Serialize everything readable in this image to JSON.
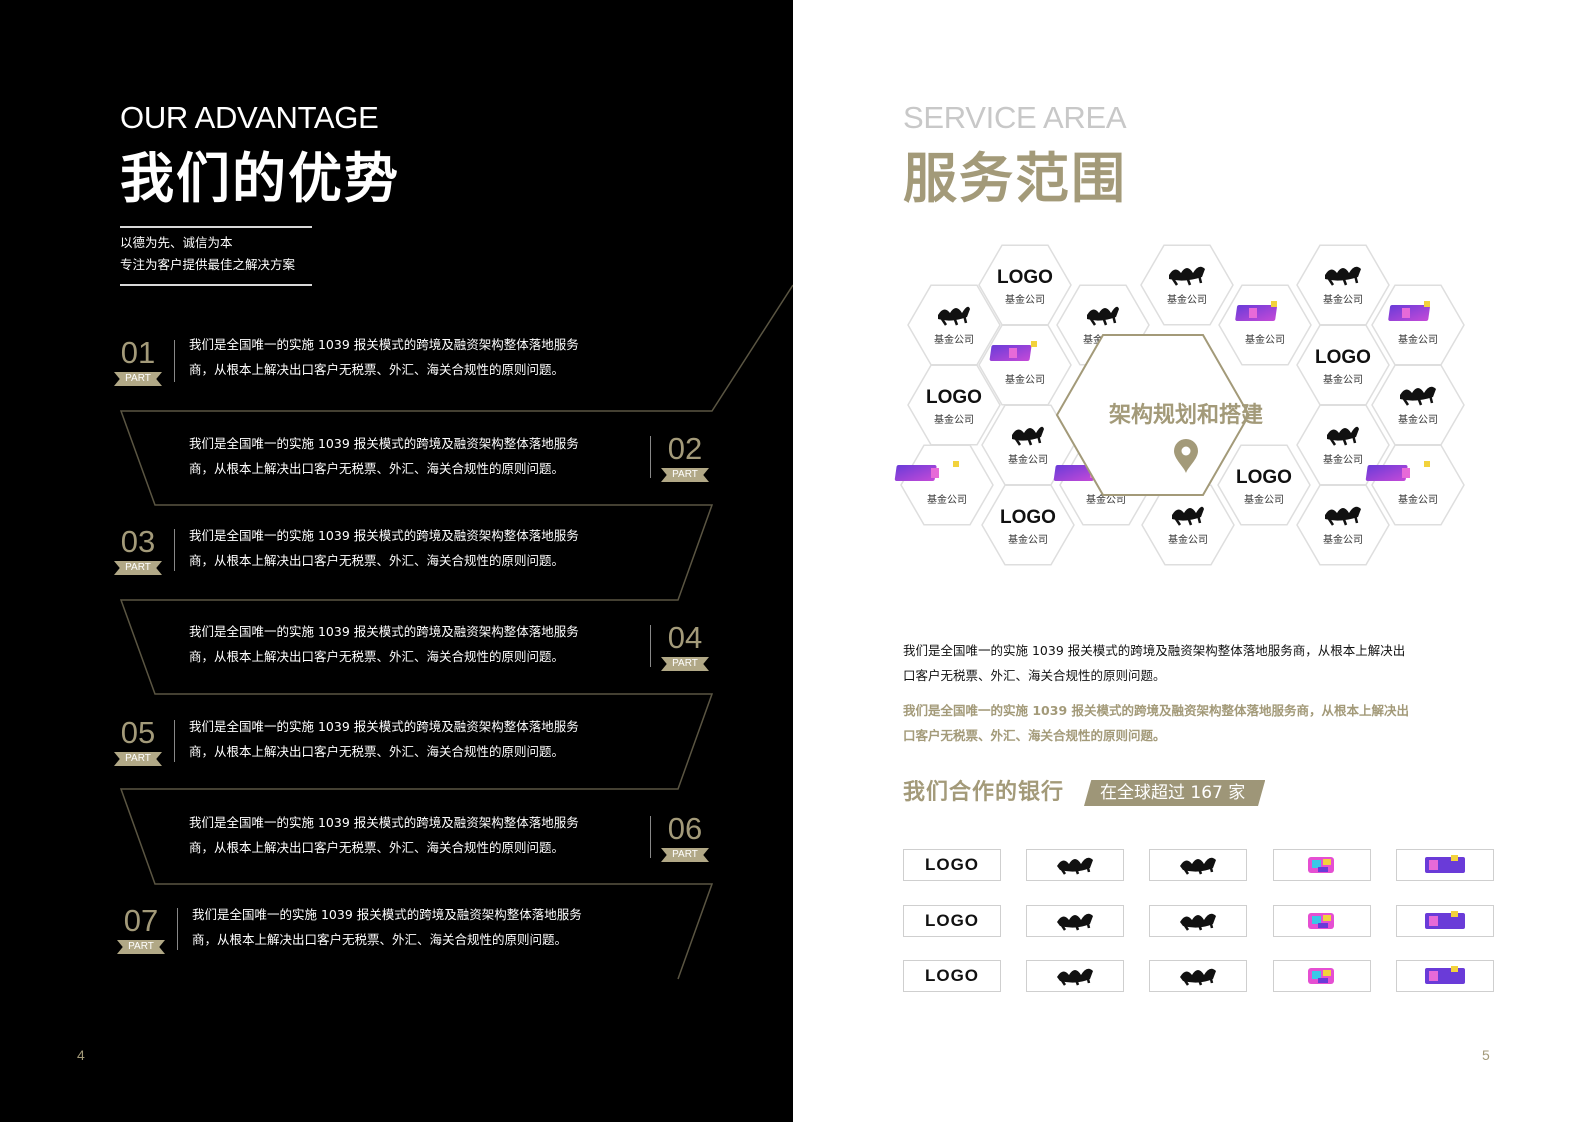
{
  "left_page": {
    "en_title": "OUR ADVANTAGE",
    "cn_title": "我们的优势",
    "lead_line1": "以德为先、诚信为本",
    "lead_line2": "专注为客户提供最佳之解决方案",
    "part_label": "PART",
    "items": [
      {
        "num": "01",
        "line1": "我们是全国唯一的实施 1039 报关模式的跨境及融资架构整体落地服务",
        "line2": "商，从根本上解决出口客户无税票、外汇、海关合规性的原则问题。"
      },
      {
        "num": "02",
        "line1": "我们是全国唯一的实施 1039 报关模式的跨境及融资架构整体落地服务",
        "line2": "商，从根本上解决出口客户无税票、外汇、海关合规性的原则问题。"
      },
      {
        "num": "03",
        "line1": "我们是全国唯一的实施 1039 报关模式的跨境及融资架构整体落地服务",
        "line2": "商，从根本上解决出口客户无税票、外汇、海关合规性的原则问题。"
      },
      {
        "num": "04",
        "line1": "我们是全国唯一的实施 1039 报关模式的跨境及融资架构整体落地服务",
        "line2": "商，从根本上解决出口客户无税票、外汇、海关合规性的原则问题。"
      },
      {
        "num": "05",
        "line1": "我们是全国唯一的实施 1039 报关模式的跨境及融资架构整体落地服务",
        "line2": "商，从根本上解决出口客户无税票、外汇、海关合规性的原则问题。"
      },
      {
        "num": "06",
        "line1": "我们是全国唯一的实施 1039 报关模式的跨境及融资架构整体落地服务",
        "line2": "商，从根本上解决出口客户无税票、外汇、海关合规性的原则问题。"
      },
      {
        "num": "07",
        "line1": "我们是全国唯一的实施 1039 报关模式的跨境及融资架构整体落地服务",
        "line2": "商，从根本上解决出口客户无税票、外汇、海关合规性的原则问题。"
      }
    ],
    "page_number": "4"
  },
  "right_page": {
    "en_title": "SERVICE AREA",
    "cn_title": "服务范围",
    "center_label": "架构规划和搭建",
    "center_icon": "location-pin-icon",
    "hex_logo_text": "LOGO",
    "hex_caption": "基金公司",
    "para1_line1": "我们是全国唯一的实施 1039 报关模式的跨境及融资架构整体落地服务商，从根本上解决出",
    "para1_line2": "口客户无税票、外汇、海关合规性的原则问题。",
    "para2_line1": "我们是全国唯一的实施 1039 报关模式的跨境及融资架构整体落地服务商，从根本上解决出",
    "para2_line2": "口客户无税票、外汇、海关合规性的原则问题。",
    "bank_title": "我们合作的银行",
    "bank_badge": "在全球超过 167 家",
    "bank_logo_text": "LOGO",
    "page_number": "5",
    "colors": {
      "accent": "#a39a79",
      "badge": "#9e9678",
      "black_page": "#000000"
    }
  }
}
